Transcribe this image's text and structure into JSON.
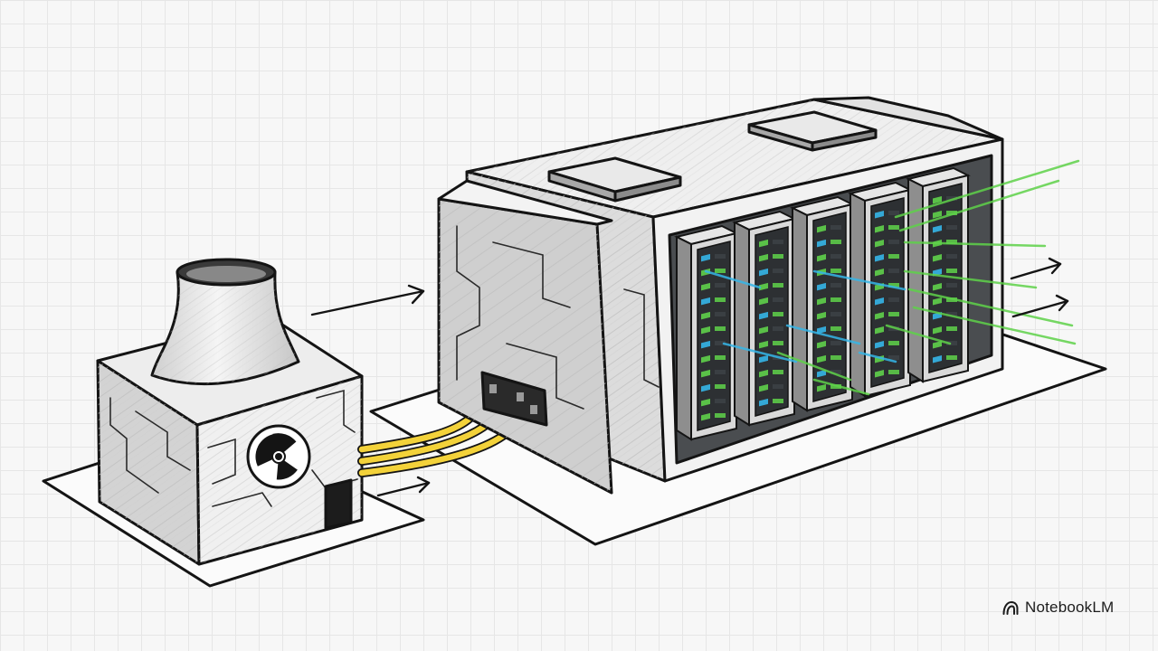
{
  "brand": {
    "name": "NotebookLM",
    "icon": "notebooklm-logo-icon"
  },
  "colors": {
    "background": "#f7f7f7",
    "grid": "#e6e6e6",
    "ink": "#141414",
    "metal_light": "#f1f1f1",
    "metal_mid": "#d8d8d8",
    "metal_dark": "#c4c4c4",
    "cable": "#f3d23a",
    "led_green": "#5fd24a",
    "led_blue": "#35b6e8",
    "rack_body": "#2d3033"
  },
  "scene": {
    "reactor_icon": "radiation-icon",
    "server_rack_count": 5,
    "cable_count": 3
  }
}
